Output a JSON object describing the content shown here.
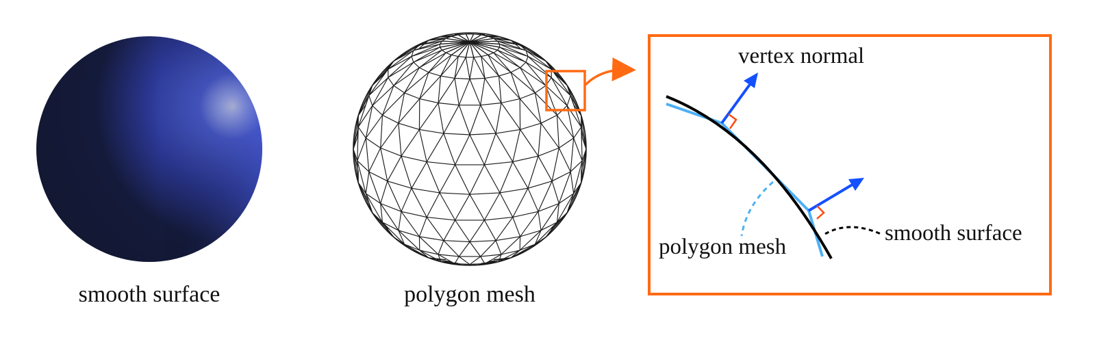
{
  "colors": {
    "sphere_dark": "#141a3a",
    "sphere_rim": "#3d4fc0",
    "highlight": "#f4f6ff",
    "mesh_line": "#1a1a1a",
    "accent_orange": "#ff6a13",
    "normal_blue": "#1550ff",
    "mesh_blue": "#4db0f5",
    "surface_black": "#000000"
  },
  "left_panel": {
    "caption": "smooth surface"
  },
  "middle_panel": {
    "caption": "polygon mesh"
  },
  "zoom_panel": {
    "label_vertex_normal": "vertex normal",
    "label_polygon_mesh": "polygon mesh",
    "label_smooth_surface": "smooth surface"
  }
}
